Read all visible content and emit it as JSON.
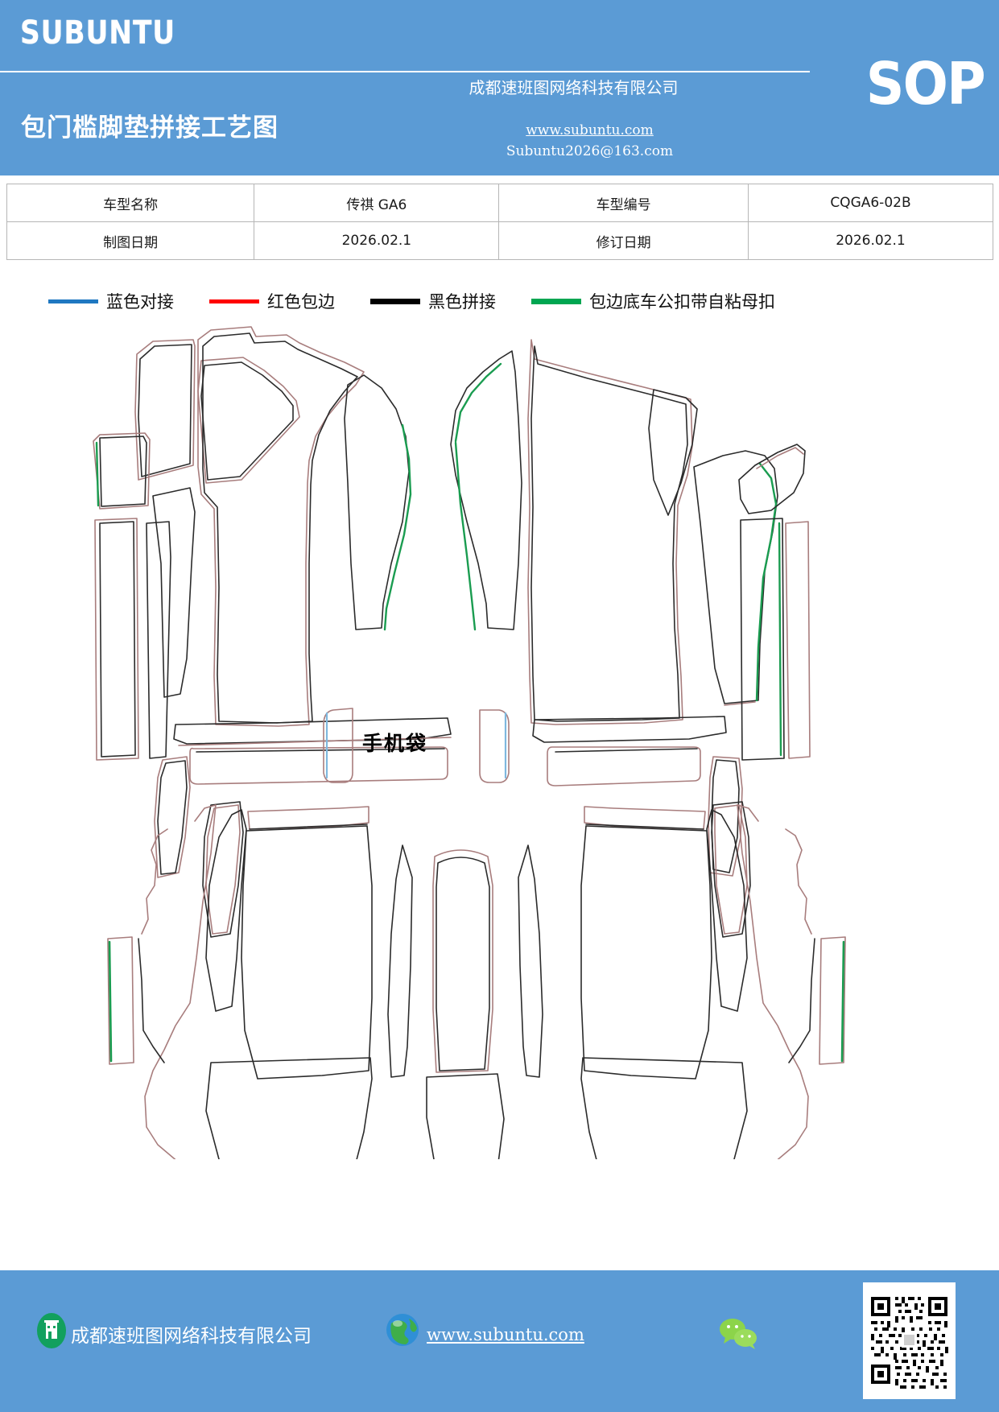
{
  "header": {
    "brand": "SUBUNTU",
    "doc_title": "包门槛脚垫拼接工艺图",
    "company": "成都速班图网络科技有限公司",
    "website": "www.subuntu.com",
    "email": "Subuntu2026@163.com",
    "badge": "SOP",
    "bg_color": "#5b9bd5"
  },
  "info_table": {
    "rows": [
      {
        "k1": "车型名称",
        "v1": "传祺 GA6",
        "k2": "车型编号",
        "v2": "CQGA6-02B"
      },
      {
        "k1": "制图日期",
        "v1": "2026.02.1",
        "k2": "修订日期",
        "v2": "2026.02.1"
      }
    ]
  },
  "legend": {
    "items": [
      {
        "label": "蓝色对接",
        "color": "#1f78c1"
      },
      {
        "label": "红色包边",
        "color": "#ff0000"
      },
      {
        "label": "黑色拼接",
        "color": "#000000"
      },
      {
        "label": "包边底车公扣带自粘母扣",
        "color": "#00a651"
      }
    ]
  },
  "drawing": {
    "pocket_label": "手机袋",
    "stroke_colors": {
      "black_seam": "#2b2b2b",
      "red_binding": "#a87d7d",
      "green_hook": "#1a9c50",
      "blue_butt": "#7fb8de"
    },
    "sections": [
      {
        "name": "front-left-mat-group"
      },
      {
        "name": "front-right-mat-group"
      },
      {
        "name": "phone-pocket-pair"
      },
      {
        "name": "rear-mat-group"
      }
    ]
  },
  "footer": {
    "company": "成都速班图网络科技有限公司",
    "website": "www.subuntu.com",
    "bg_color": "#5b9bd5"
  }
}
